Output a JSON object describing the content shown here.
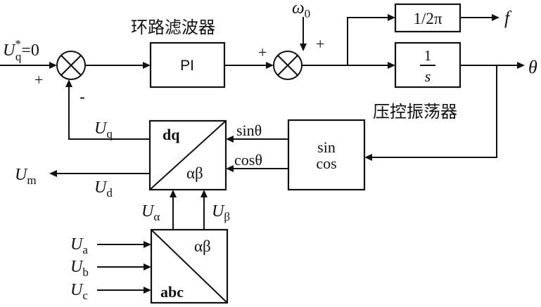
{
  "labels": {
    "loop_filter": "环路滤波器",
    "vco": "压控振荡器",
    "pi": "PI",
    "gain_num": "1/2",
    "gain_pi": "π",
    "f": "f",
    "theta": "θ",
    "integrator_num": "1",
    "integrator_den": "s",
    "omega": "ω",
    "omega_sub": "0",
    "U": "U",
    "uq_ref_sub": "q",
    "uq_ref_sup": "*",
    "uq_ref_val": "=0",
    "plus": "+",
    "minus": "-",
    "sin_theta": "sinθ",
    "cos_theta": "cosθ",
    "sin": "sin",
    "cos": "cos",
    "dq": "dq",
    "alpha_beta": "αβ",
    "abc": "abc",
    "sub_q": "q",
    "sub_d": "d",
    "sub_m": "m",
    "sub_alpha": "α",
    "sub_beta": "β",
    "sub_a": "a",
    "sub_b": "b",
    "sub_c": "c"
  }
}
